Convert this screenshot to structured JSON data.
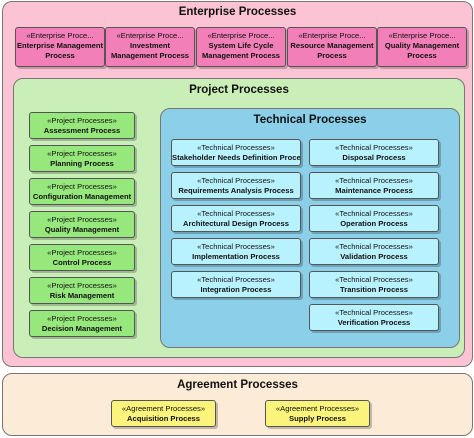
{
  "enterprise": {
    "title": "Enterprise Processes",
    "boxes": [
      {
        "stereotype": "«Enterprise Proce...",
        "name": "Enterprise Management Process"
      },
      {
        "stereotype": "«Enterprise Proce...",
        "name": "Investment Management Process"
      },
      {
        "stereotype": "«Enterprise Proce...",
        "name": "System Life Cycle Management Process"
      },
      {
        "stereotype": "«Enterprise Proce...",
        "name": "Resource Management Process"
      },
      {
        "stereotype": "«Enterprise Proce...",
        "name": "Quality Management Process"
      }
    ]
  },
  "project": {
    "title": "Project Processes",
    "boxes": [
      {
        "stereotype": "«Project Processes»",
        "name": "Assessment Process"
      },
      {
        "stereotype": "«Project Processes»",
        "name": "Planning Process"
      },
      {
        "stereotype": "«Project Processes»",
        "name": "Configuration Management"
      },
      {
        "stereotype": "«Project Processes»",
        "name": "Quality Management"
      },
      {
        "stereotype": "«Project Processes»",
        "name": "Control Process"
      },
      {
        "stereotype": "«Project Processes»",
        "name": "Risk Management"
      },
      {
        "stereotype": "«Project Processes»",
        "name": "Decision Management"
      }
    ]
  },
  "technical": {
    "title": "Technical Processes",
    "left": [
      {
        "stereotype": "«Technical Processes»",
        "name": "Stakeholder Needs Definition Process"
      },
      {
        "stereotype": "«Technical Processes»",
        "name": "Requirements Analysis Process"
      },
      {
        "stereotype": "«Technical Processes»",
        "name": "Architectural Design Process"
      },
      {
        "stereotype": "«Technical Processes»",
        "name": "Implementation Process"
      },
      {
        "stereotype": "«Technical Processes»",
        "name": "Integration Process"
      }
    ],
    "right": [
      {
        "stereotype": "«Technical Processes»",
        "name": "Disposal Process"
      },
      {
        "stereotype": "«Technical Processes»",
        "name": "Maintenance Process"
      },
      {
        "stereotype": "«Technical Processes»",
        "name": "Operation Process"
      },
      {
        "stereotype": "«Technical Processes»",
        "name": "Validation Process"
      },
      {
        "stereotype": "«Technical Processes»",
        "name": "Transition Process"
      },
      {
        "stereotype": "«Technical Processes»",
        "name": "Verification Process"
      }
    ]
  },
  "agreement": {
    "title": "Agreement Processes",
    "boxes": [
      {
        "stereotype": "«Agreement Processes»",
        "name": "Acquisition Process"
      },
      {
        "stereotype": "«Agreement Processes»",
        "name": "Supply Process"
      }
    ]
  },
  "colors": {
    "enterprise_region": "#fbc3d4",
    "enterprise_box": "#f27fb7",
    "project_region": "#c9eeb8",
    "project_box": "#96e77c",
    "technical_region": "#8bcfe9",
    "technical_box": "#b9f2ff",
    "agreement_region": "#fbebd7",
    "agreement_box": "#fbf47c"
  }
}
